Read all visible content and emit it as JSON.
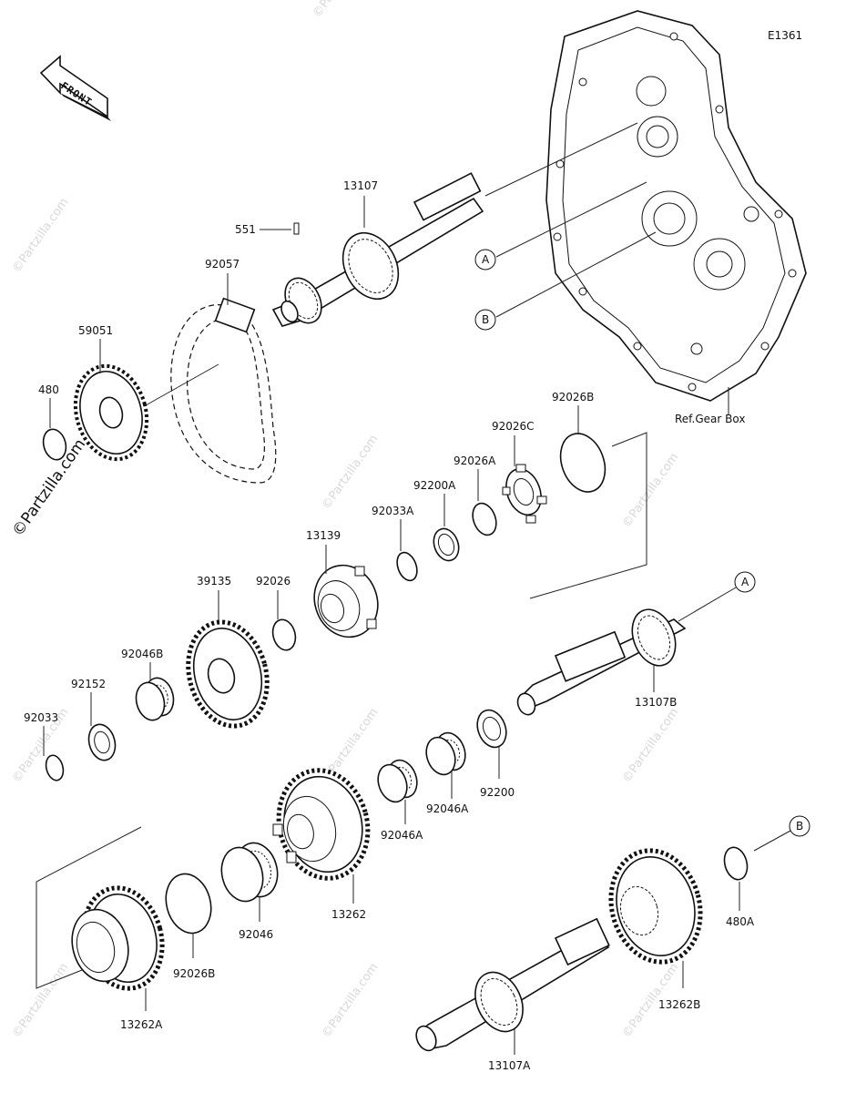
{
  "diagram_code": "E1361",
  "front_label": "FRONT",
  "reference_label": "Ref.Gear Box",
  "callouts": {
    "a": "A",
    "b": "B"
  },
  "watermark": "©Partzilla.com",
  "parts": {
    "p13107": "13107",
    "p551": "551",
    "p92057": "92057",
    "p59051": "59051",
    "p480": "480",
    "p92026B_top": "92026B",
    "p92026C": "92026C",
    "p92026A": "92026A",
    "p92200A": "92200A",
    "p92033A": "92033A",
    "p13139": "13139",
    "p39135": "39135",
    "p92026": "92026",
    "p92046B": "92046B",
    "p92152": "92152",
    "p92033": "92033",
    "p13107B": "13107B",
    "p92200": "92200",
    "p92046A_1": "92046A",
    "p92046A_2": "92046A",
    "p13262": "13262",
    "p92046": "92046",
    "p92026B_bottom": "92026B",
    "p13262A": "13262A",
    "p480A": "480A",
    "p13262B": "13262B",
    "p13107A": "13107A"
  }
}
